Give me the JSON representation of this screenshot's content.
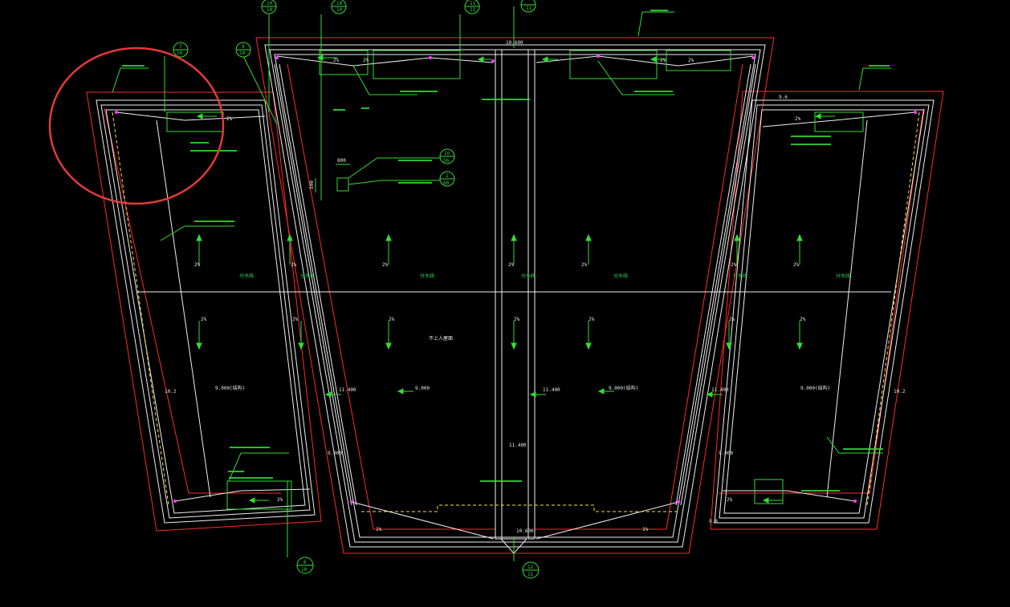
{
  "colors": {
    "background": "#000000",
    "outline": "#ff2a2a",
    "wall": "#f0f0f0",
    "annotation": "#33dd33",
    "dash": "#ffe13a",
    "marker": "#ff3cff",
    "highlight": "#e43a3a"
  },
  "axes": {
    "a10_top": "10",
    "a10_top_sub": "10",
    "a10_top2": "10",
    "a10_top2_sub": "10",
    "a11_top": "11",
    "a11_top_sub": "11",
    "a11_top2": "11",
    "a9_left": "9",
    "a9_left_sub": "10",
    "a7": "7",
    "a7_sub": "10",
    "a12_bottom": "12",
    "a12_bottom_sub": "11",
    "a6_bottom": "6",
    "a6_bottom_sub": "10"
  },
  "detail_refs": {
    "ref1_top": "1o",
    "ref1_bottom": "56",
    "ref2_top": "1",
    "ref2_bottom": "60",
    "dim_800": "800",
    "dim_500": "500"
  },
  "elevations": {
    "top_center": "10.600",
    "bottom_center": "10.600",
    "right_upper": "9.6",
    "left_10_2": "10.2",
    "right_10_2": "10.2",
    "center_9_000": "9.000",
    "left_9_000": "9.000(结构)",
    "right_9_000": "9.000(结构)",
    "far_right_9_000": "9.000(结构)",
    "left_11_400": "11.400",
    "mid_11_400": "11.400",
    "right_11_400": "11.400",
    "center_11_400": "11.400",
    "bottom_left_9_000": "9.000",
    "bottom_right_9_000": "9.000",
    "bottom_right_9_0": "9.0"
  },
  "slopes": {
    "s2": "2%",
    "s1": "1%"
  },
  "notes": {
    "center_roof": "不上人屋面",
    "divide_line": "分水线"
  }
}
